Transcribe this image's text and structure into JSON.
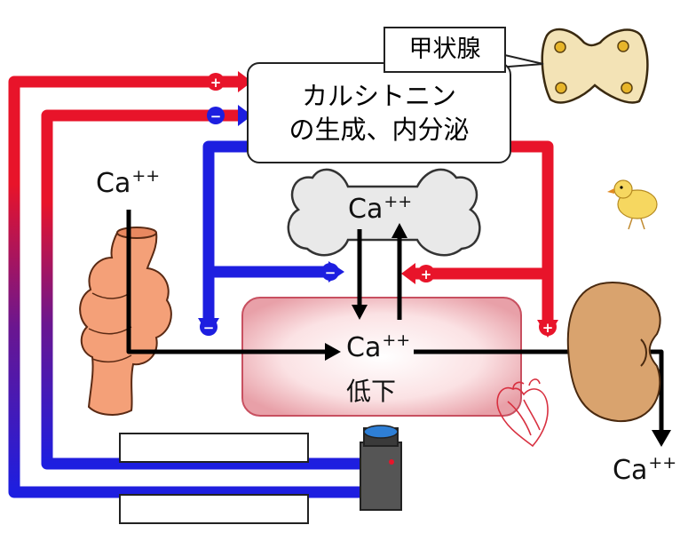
{
  "calcitonin_box": {
    "line1": "カルシトニン",
    "line2": "の生成、内分泌"
  },
  "thyroid_label": "甲状腺",
  "bone": {
    "ion": "Ca",
    "charge": "++"
  },
  "left_ion": {
    "ion": "Ca",
    "charge": "++"
  },
  "blood_ion": {
    "ion": "Ca",
    "charge": "++",
    "status": "低下"
  },
  "urine_ion": {
    "ion": "Ca",
    "charge": "++"
  },
  "signs": {
    "plus": "+",
    "minus": "−"
  },
  "colors": {
    "stimulate": "#e8142a",
    "inhibit": "#1d1ee0",
    "flow": "#000000"
  },
  "icons": [
    "thyroid-icon",
    "bone-icon",
    "intestine-icon",
    "heart-icon",
    "kidney-icon",
    "chick-icon",
    "sensor-device-icon"
  ]
}
